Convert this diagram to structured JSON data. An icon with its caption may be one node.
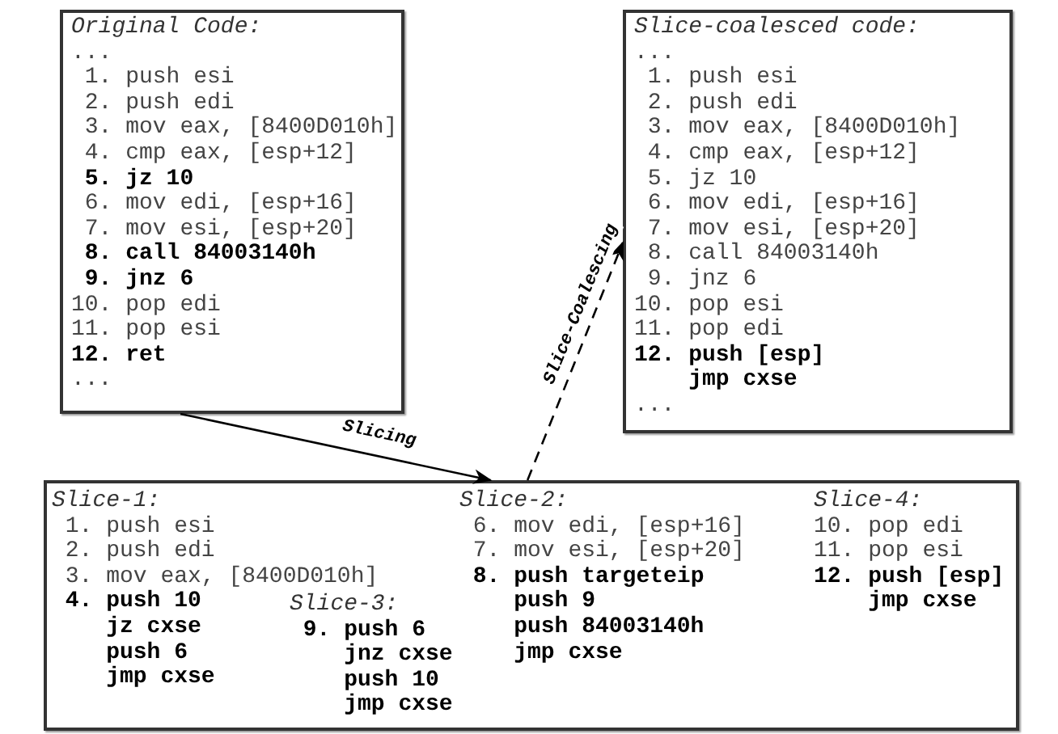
{
  "diagram": {
    "nodes": [
      {
        "text": [
          "Original Code:",
          "...",
          "1. push esi",
          "2. push edi",
          "3. mov eax, [8400D010h]",
          "4. cmp eax, [esp+12]",
          "**5. jz 10**",
          "6. mov edi, [esp+16]",
          "7. mov esi, [esp+20]",
          "**8. call 84003140h**",
          "**9. jnz 6**",
          "10. pop edi",
          "11. pop esi",
          "**12. ret**",
          "..."
        ]
      },
      {
        "text": [
          "Slice-coalesced code:",
          "...",
          "1. push esi",
          "2. push edi",
          "3. mov eax, [8400D010h]",
          "4. cmp eax, [esp+12]",
          "5. jz 10",
          "6. mov edi, [esp+16]",
          "7. mov esi, [esp+20]",
          "8. call 84003140h",
          "9. jnz 6",
          "10. pop esi",
          "11. pop edi",
          "**12. push [esp]**",
          "**jmp cxse**",
          "..."
        ]
      },
      {
        "text": [],
        "shape": "box"
      },
      {
        "text": [
          "Slice-1:",
          "1. push esi",
          "2. push edi",
          "3. mov eax, [8400D010h]",
          "**4. push 10**",
          "**jz cxse**",
          "**push 6**",
          "**jmp cxse**"
        ],
        "in": 2
      },
      {
        "text": [
          "Slice-2:",
          "6. mov edi, [esp+16]",
          "7. mov esi, [esp+20]",
          "**8. push targeteip**",
          "**push 9**",
          "**push 84003140h**",
          "**jmp cxse**"
        ],
        "in": 2
      },
      {
        "text": [
          "Slice-3:",
          "**9. push 6**",
          "**jnz cxse**",
          "**push 10**",
          "**jmp cxse**"
        ],
        "in": 2
      },
      {
        "text": [
          "Slice-4:",
          "10. pop edi",
          "11. pop esi",
          "**12. push [esp]**",
          "**jmp cxse**"
        ],
        "in": 2
      }
    ],
    "edges": [
      {
        "from": 0,
        "to": 2,
        "arrow": "to",
        "label": "Slicing"
      },
      {
        "from": 2,
        "to": 1,
        "arrow": "to",
        "label": "Slice-Coalescing",
        "style": "dashed"
      }
    ]
  }
}
